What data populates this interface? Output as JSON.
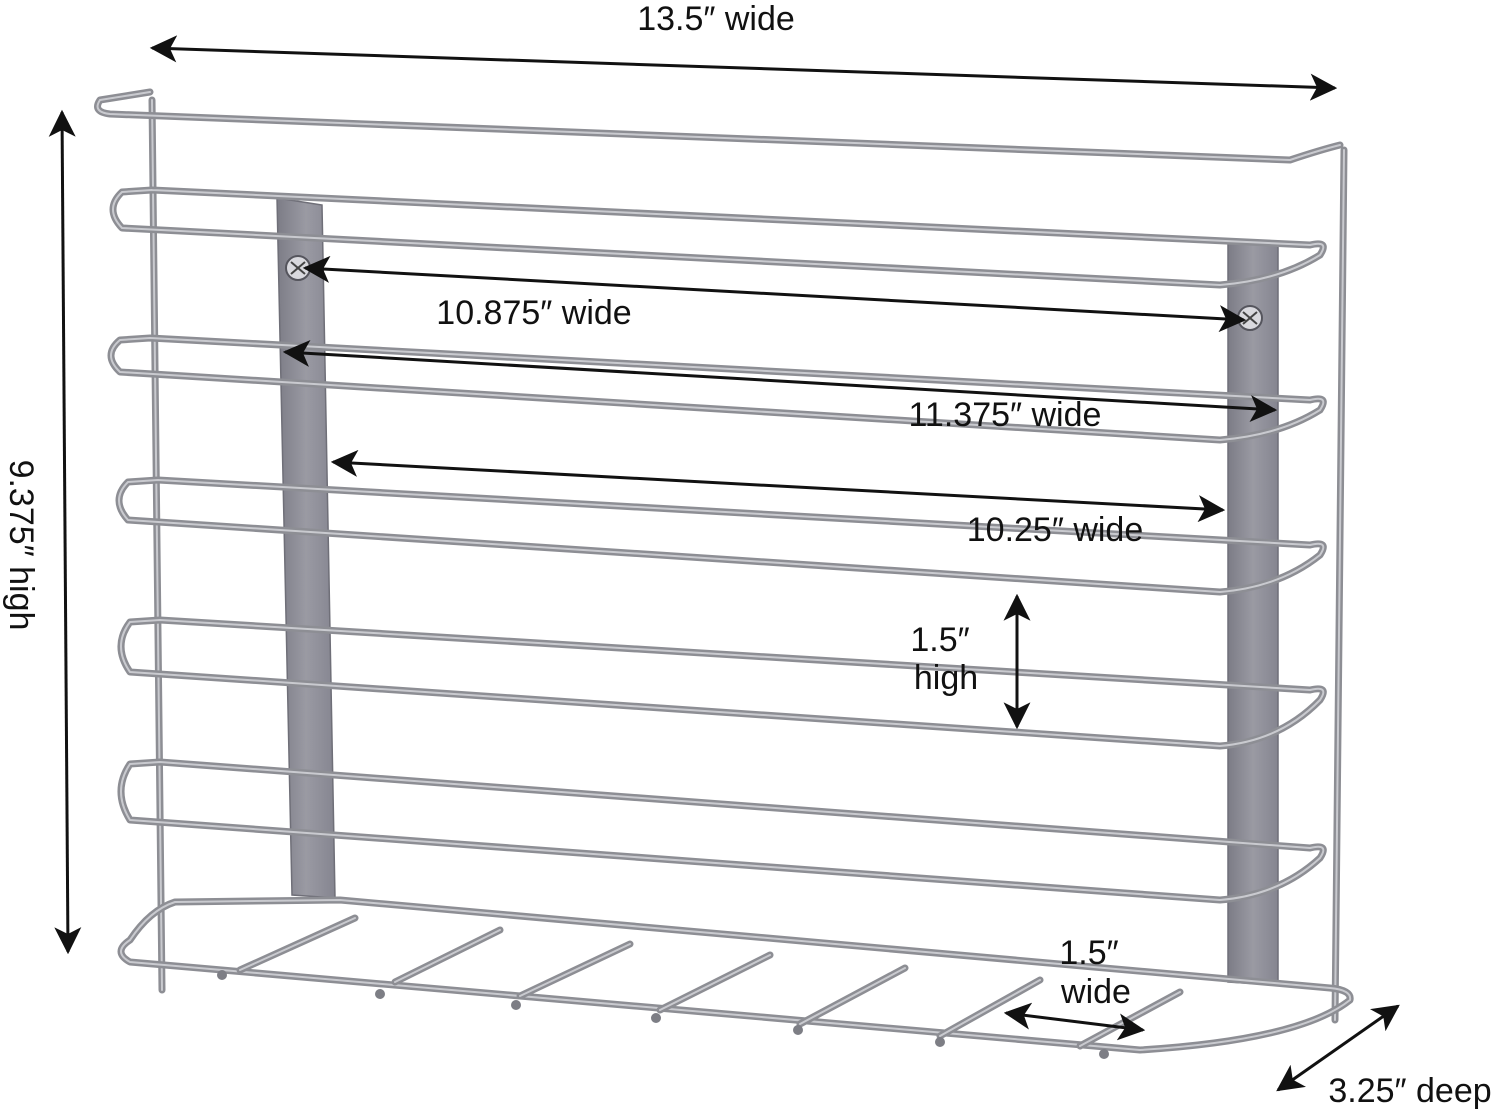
{
  "dimensions": {
    "overall_width": "13.5″ wide",
    "overall_height": "9.375″ high",
    "depth": "3.25″ deep",
    "inner_width_top": "10.875″ wide",
    "inner_width_mid": "11.375″ wide",
    "inner_width_low": "10.25″ wide",
    "shelf_gap_value": "1.5″",
    "shelf_gap_unit": "high",
    "slot_width_value": "1.5″",
    "slot_width_unit": "wide"
  },
  "colors": {
    "wire": "#8d8e94",
    "wire_highlight": "#c9cacf",
    "bracket": "#8f8f98",
    "bracket_shade": "#7a7a84",
    "arrow": "#111111",
    "text": "#111111"
  }
}
